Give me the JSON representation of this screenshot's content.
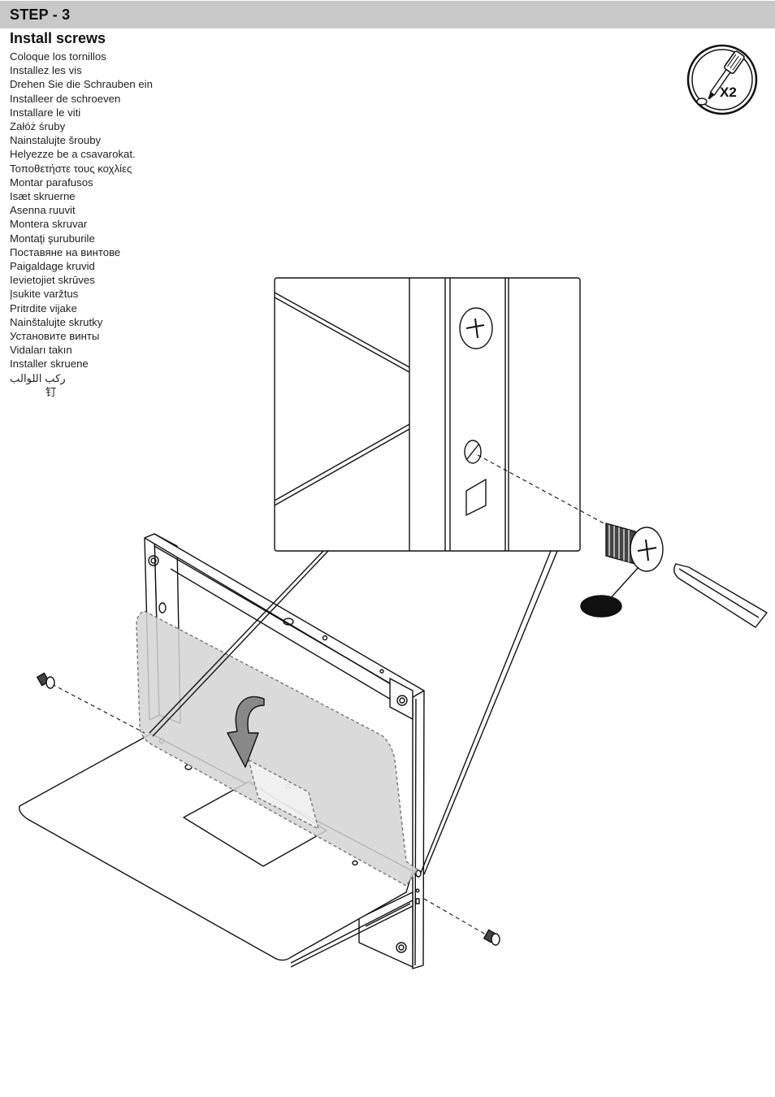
{
  "header": {
    "step": "STEP - 3"
  },
  "instruction": {
    "title": "Install screws",
    "translations": [
      "Coloque los tornillos",
      "Installez les vis",
      "Drehen Sie die Schrauben ein",
      "Installeer de schroeven",
      "Installare le viti",
      "Załóż śruby",
      "Nainstalujte šrouby",
      "Helyezze be a csavarokat.",
      "Τοποθετήστε τους κοχλίες",
      "Montar parafusos",
      "Isæt skruerne",
      "Asenna ruuvit",
      "Montera skruvar",
      "Montaţi şuruburile",
      "Поставяне на винтове",
      "Paigaldage kruvid",
      "Ievietojiet skrūves",
      "Įsukite varžtus",
      "Pritrdite vijake",
      "Nainštalujte skrutky",
      "Установите винты",
      "Vidaları takın",
      "Installer skruene",
      "ركب اللوالب",
      "钉"
    ]
  },
  "tool_badge": {
    "icon": "screwdriver-icon",
    "count": "X2"
  }
}
